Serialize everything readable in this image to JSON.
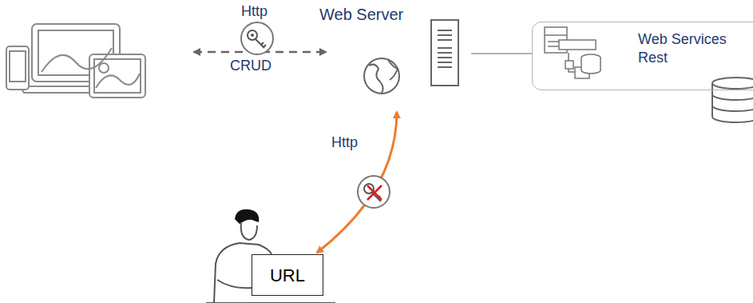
{
  "diagram": {
    "nodes": [
      {
        "text": [
          "Web Server"
        ]
      },
      {
        "text": [
          "Web Services Rest"
        ]
      },
      {
        "text": [
          "URL"
        ]
      }
    ],
    "edges": [
      {
        "from": 2,
        "to": 0,
        "arrow": "both",
        "label": "Http"
      },
      {
        "from": 0,
        "to": 1,
        "arrow": "none"
      }
    ],
    "labels": [
      "Http",
      "CRUD"
    ]
  }
}
